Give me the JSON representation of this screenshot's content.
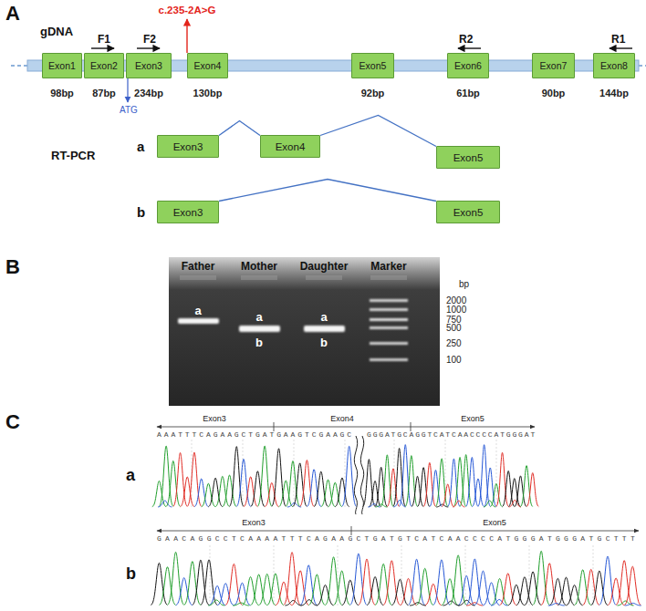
{
  "diagram": {
    "nodes": [
      {
        "text": [
          "Exon1",
          "98bp"
        ]
      },
      {
        "text": [
          "Exon2",
          "87bp"
        ]
      },
      {
        "text": [
          "Exon3",
          "234bp"
        ]
      },
      {
        "text": [
          "Exon4",
          "130bp"
        ]
      },
      {
        "text": [
          "Exon5",
          "92bp"
        ]
      },
      {
        "text": [
          "Exon6",
          "61bp"
        ]
      },
      {
        "text": [
          "Exon7",
          "90bp"
        ]
      },
      {
        "text": [
          "Exon8",
          "144bp"
        ]
      },
      {
        "text": [
          "Exon3"
        ]
      },
      {
        "text": [
          "Exon4"
        ]
      },
      {
        "text": [
          "Exon5"
        ]
      },
      {
        "text": [
          "Exon3"
        ]
      },
      {
        "text": [
          "Exon5"
        ]
      }
    ],
    "edges": [
      {
        "from": 8,
        "to": 9,
        "arrow": "none"
      },
      {
        "from": 9,
        "to": 10,
        "arrow": "none"
      },
      {
        "from": 11,
        "to": 12,
        "arrow": "none"
      }
    ],
    "labels": [
      "A",
      "gDNA",
      "F1",
      "F2",
      "c.235-2A>G",
      "R2",
      "R1",
      "ATG",
      "RT-PCR",
      "a",
      "b",
      "B",
      "Father",
      "Mother",
      "Daughter",
      "Marker",
      "bp",
      "2000",
      "1000",
      "750",
      "500",
      "250",
      "100",
      "a",
      "a",
      "b",
      "a",
      "b",
      "C",
      "Exon3",
      "Exon4",
      "Exon5",
      "a",
      "AAATTTCAGAAGCTGATGAAGTCGAAGC",
      "GGGATGCAGGTCATCAACCCCATGGGAT",
      "Exon3",
      "Exon5",
      "b",
      "GAACAGGCCTCAAAATTTCAGAAGCTGATGTCATCAACCCCATGGGATGGGATGCTTT"
    ]
  }
}
